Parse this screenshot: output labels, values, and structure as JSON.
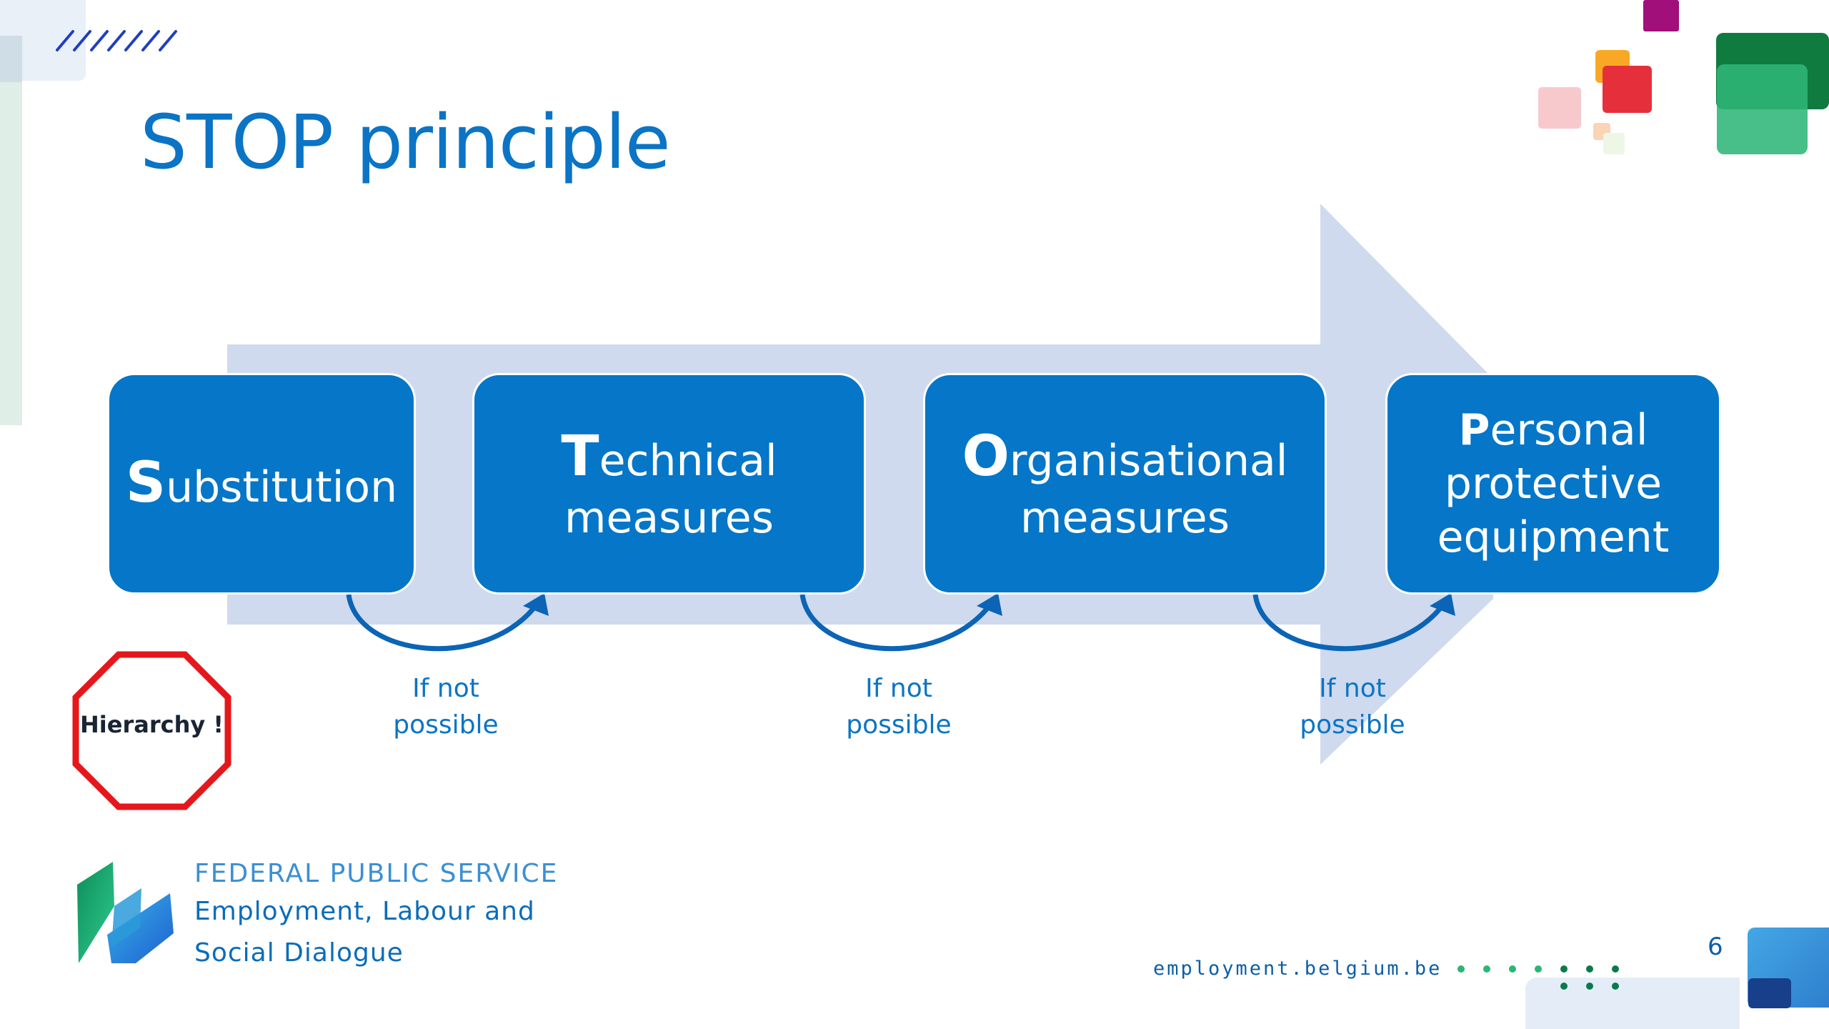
{
  "slide": {
    "title": "STOP principle",
    "page_number": "6"
  },
  "steps": [
    {
      "initial": "S",
      "rest_line1": "ubstitution",
      "rest_line2": "",
      "rest_line3": ""
    },
    {
      "initial": "T",
      "rest_line1": "echnical",
      "rest_line2": "measures",
      "rest_line3": ""
    },
    {
      "initial": "O",
      "rest_line1": "rganisational",
      "rest_line2": "measures",
      "rest_line3": ""
    },
    {
      "initial": "P",
      "rest_line1": "ersonal",
      "rest_line2": "protective",
      "rest_line3": "equipment"
    }
  ],
  "transitions": [
    {
      "line1": "If not",
      "line2": "possible"
    },
    {
      "line1": "If not",
      "line2": "possible"
    },
    {
      "line1": "If not",
      "line2": "possible"
    }
  ],
  "stop_sign": {
    "label": "Hierarchy !"
  },
  "footer": {
    "org_line1": "FEDERAL PUBLIC SERVICE",
    "org_line2": "Employment, Labour and",
    "org_line3": "Social Dialogue",
    "website": "employment.belgium.be"
  },
  "colors": {
    "title": "#0b74c5",
    "box_fill": "#0576c8",
    "arrow_fill": "#cfdaee",
    "stop_border": "#e5171b"
  }
}
